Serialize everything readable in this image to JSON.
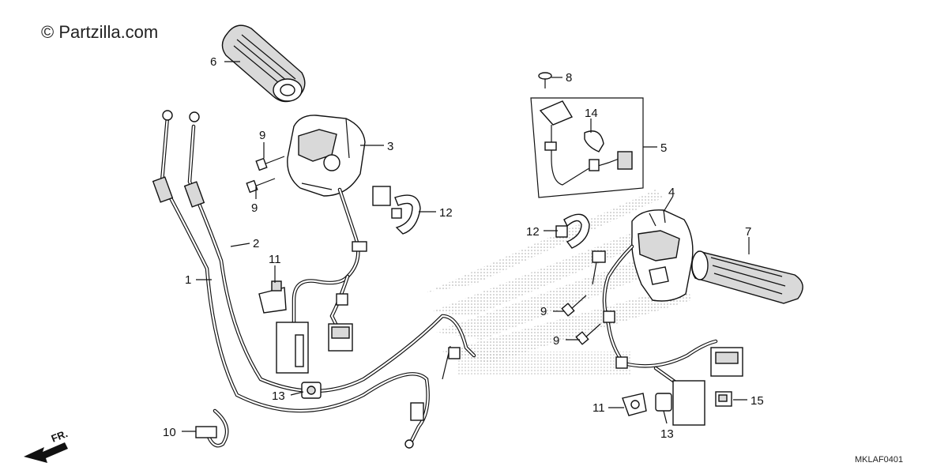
{
  "watermark": {
    "copyright": "© Partzilla.com"
  },
  "diagram_code": "MKLAF0401",
  "direction_label": "FR.",
  "callouts": {
    "c1": "1",
    "c2": "2",
    "c3": "3",
    "c4": "4",
    "c5": "5",
    "c6": "6",
    "c7": "7",
    "c8": "8",
    "c9a": "9",
    "c9b": "9",
    "c9c": "9",
    "c9d": "9",
    "c10": "10",
    "c11a": "11",
    "c11b": "11",
    "c12a": "12",
    "c12b": "12",
    "c13a": "13",
    "c13b": "13",
    "c14": "14",
    "c15": "15"
  }
}
